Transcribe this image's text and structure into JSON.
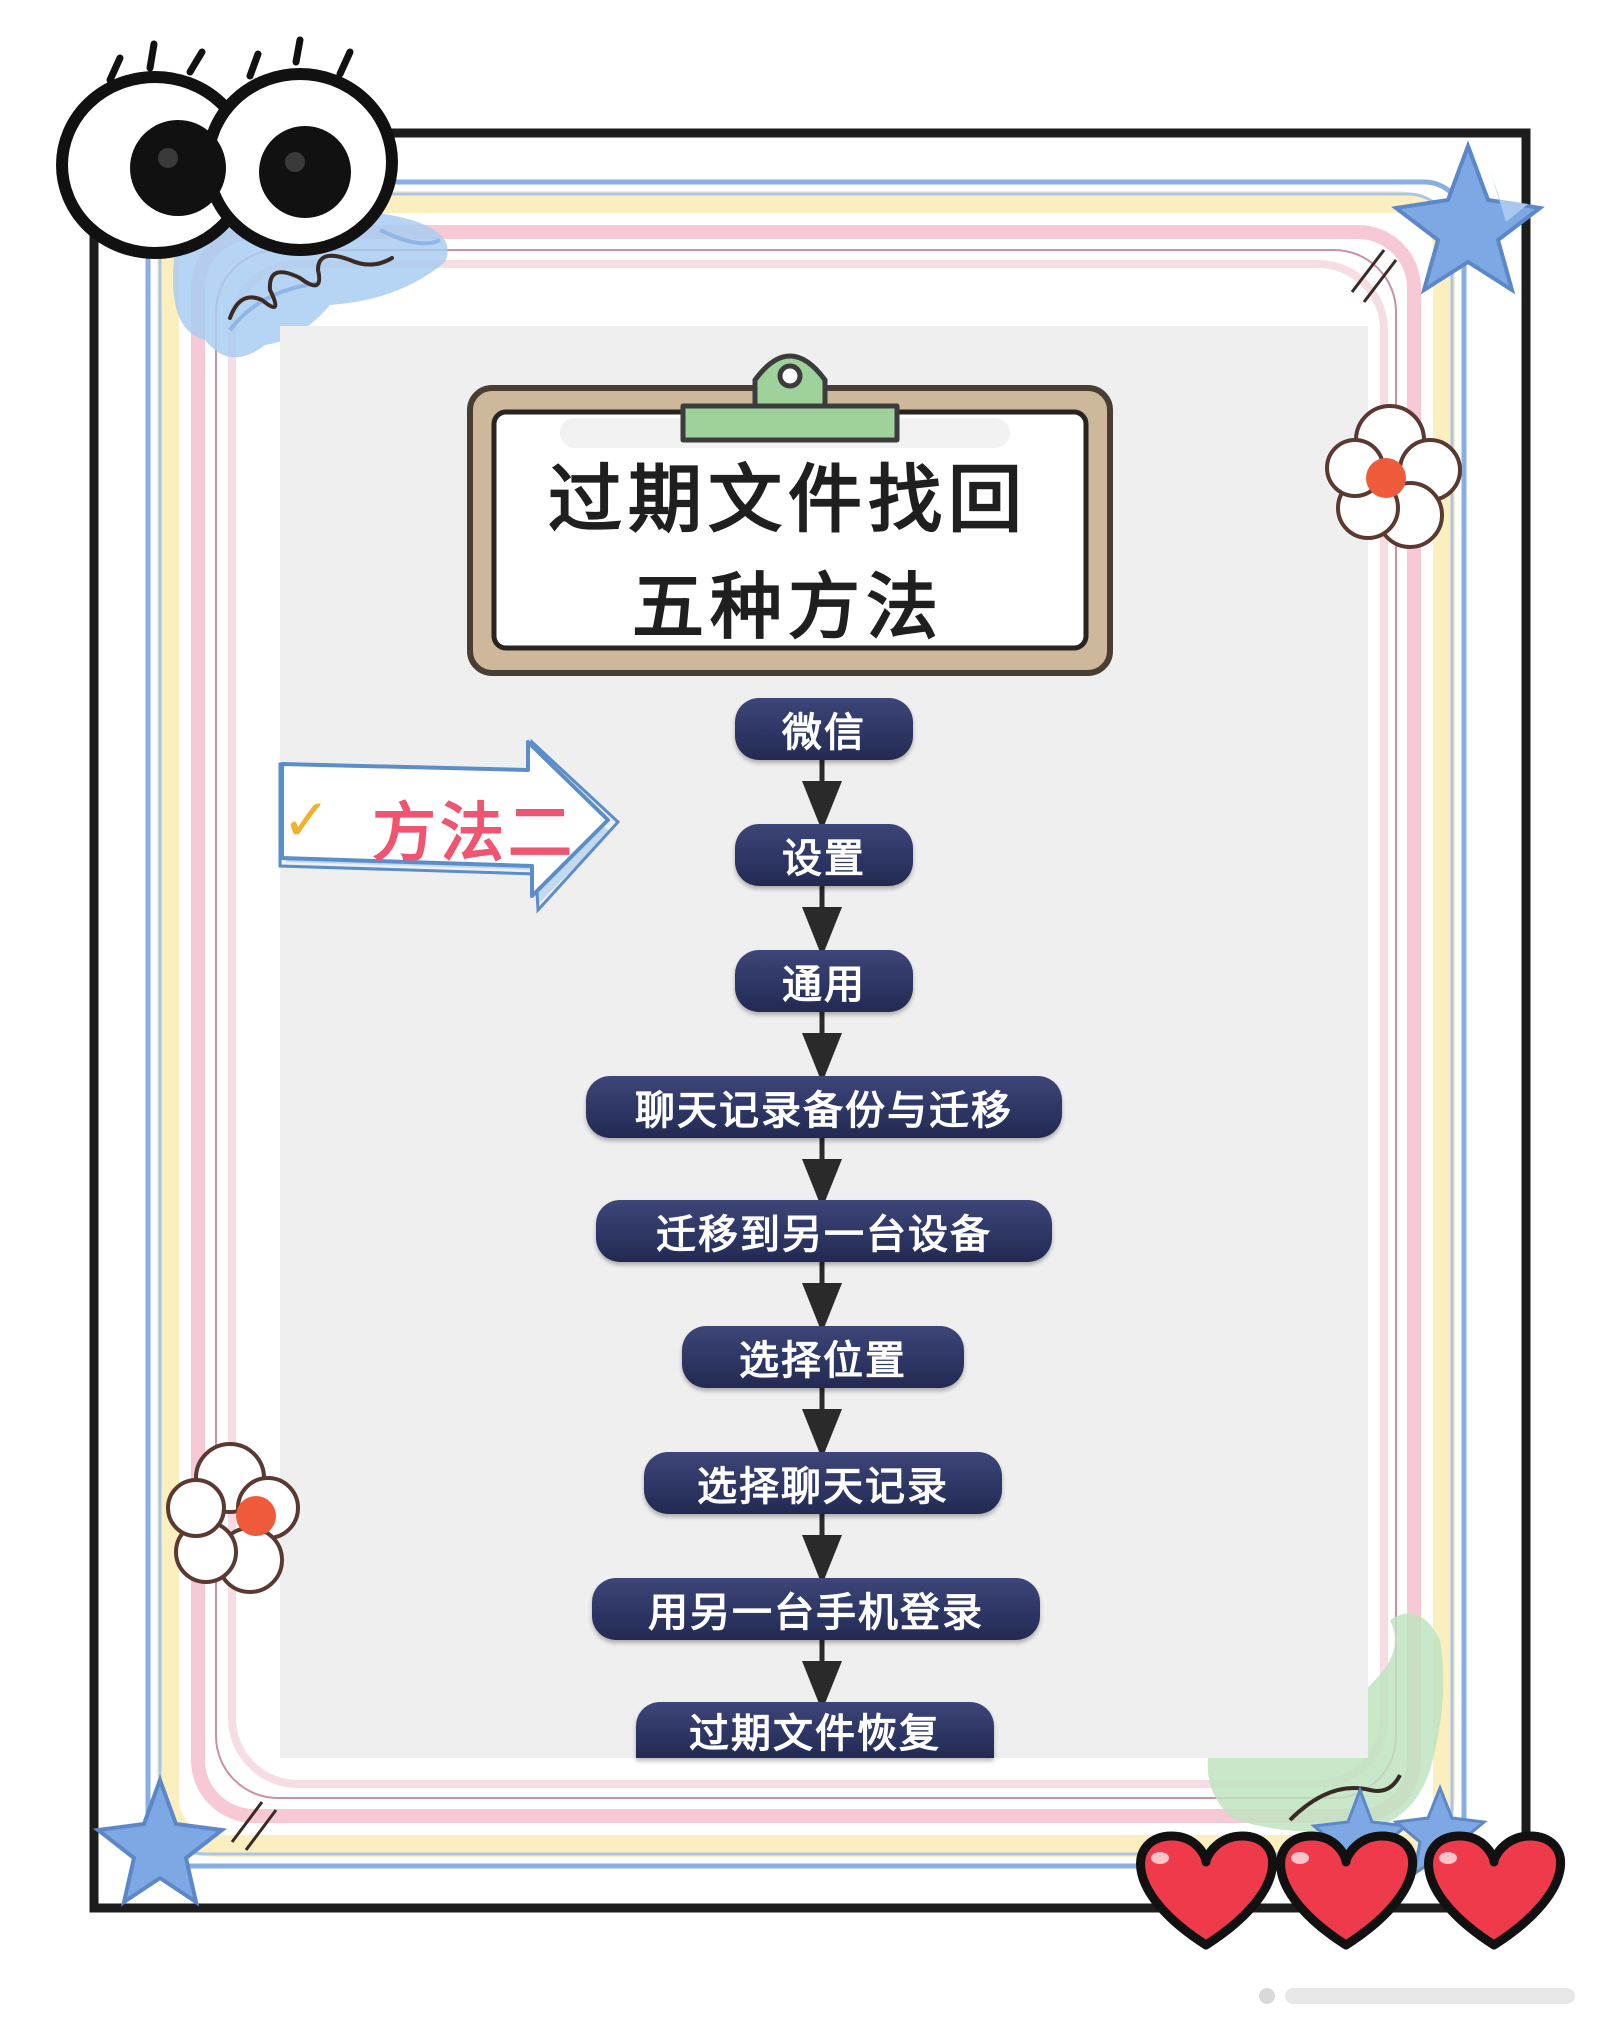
{
  "title": {
    "line1": "过期文件找回",
    "line2": "五种方法"
  },
  "method": {
    "label": "方法二",
    "check_glyph": "✓"
  },
  "steps": [
    {
      "label": "微信"
    },
    {
      "label": "设置"
    },
    {
      "label": "通用"
    },
    {
      "label": "聊天记录备份与迁移"
    },
    {
      "label": "迁移到另一台设备"
    },
    {
      "label": "选择位置"
    },
    {
      "label": "选择聊天记录"
    },
    {
      "label": "用另一台手机登录"
    },
    {
      "label": "过期文件恢复"
    }
  ],
  "colors": {
    "step_fill": "#2e3665",
    "step_text": "#ffffff",
    "method_text": "#ef5570",
    "check": "#f2b02c",
    "frame_blue": "#7fa6dc",
    "frame_pink": "#f6c6d2",
    "frame_yellow": "#fbf1c2",
    "clipboard_wood": "#cdb89c",
    "clip_green": "#9fd19a",
    "heart": "#ee3a4a",
    "star": "#7da8e3"
  },
  "decorations": [
    "googly-eyes",
    "blue-star",
    "flower",
    "heart",
    "clipboard-clip",
    "blue-paint-splash",
    "green-paint-splash"
  ]
}
